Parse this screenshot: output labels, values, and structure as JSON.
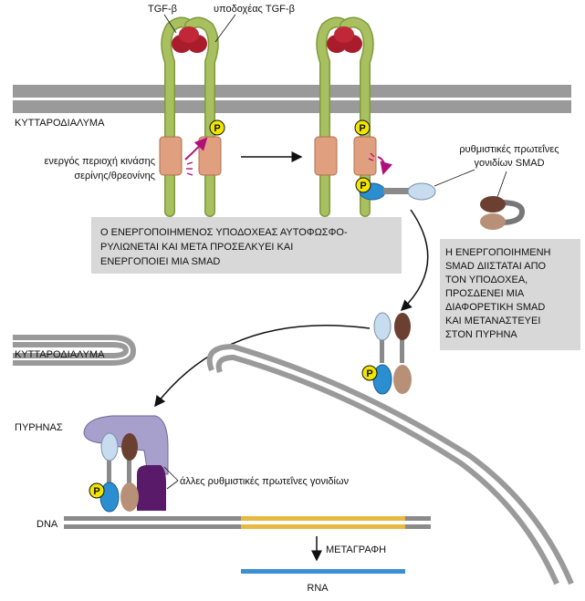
{
  "labels": {
    "tgf_beta": "TGF-β",
    "receptor": "υποδοχέας TGF-β",
    "plasma_membrane_top": "ΚΥΤΤΑΡΟΔΙΑΛΥΜΑ",
    "kinase_domain_line1": "ενεργός περιοχή κινάσης",
    "kinase_domain_line2": "σερίνης/θρεονίνης",
    "smad_proteins_line1": "ρυθμιστικές πρωτεΐνες",
    "smad_proteins_line2": "γονιδίων SMAD",
    "plasma_membrane_bottom": "ΚΥΤΤΑΡΟΔΙΑΛΥΜΑ",
    "nucleus": "ΠΥΡΗΝΑΣ",
    "other_regulators": "άλλες ρυθμιστικές πρωτεΐνες γονιδίων",
    "dna": "DNA",
    "transcription": "ΜΕΤΑΓΡΑΦΗ",
    "rna": "RNA",
    "phosphate": "P"
  },
  "captions": {
    "step1": [
      "Ο ΕΝΕΡΓΟΠΟΙΗΜΕΝΟΣ ΥΠΟΔΟΧΕΑΣ ΑΥΤΟΦΩΣΦΟ-",
      "ΡΥΛΙΩΝΕΤΑΙ ΚΑΙ ΜΕΤΑ ΠΡΟΣΕΛΚΥΕΙ ΚΑΙ",
      "ΕΝΕΡΓΟΠΟΙΕΙ ΜΙΑ SMAD"
    ],
    "step2": [
      "Η ΕΝΕΡΓΟΠΟΙΗΜΕΝΗ",
      "SMAD ΔΙΙΣΤΑΤΑΙ ΑΠΟ",
      "ΤΟΝ ΥΠΟΔΟΧΕΑ,",
      "ΠΡΟΣΔΕΝΕΙ ΜΙΑ",
      "ΔΙΑΦΟΡΕΤΙΚΗ SMAD",
      "ΚΑΙ ΜΕΤΑΝΑΣΤΕΥΕΙ",
      "ΣΤΟΝ ΠΥΡΗΝΑ"
    ]
  },
  "colors": {
    "receptor_green": "#a8c060",
    "kinase_salmon": "#e0a080",
    "ligand_red": "#a81c2c",
    "membrane_gray": "#9a9a9a",
    "phosphate_yellow": "#f2e600",
    "smad_light_blue": "#c8dcf0",
    "smad_blue": "#2a8ed0",
    "smad_brown": "#6b4030",
    "smad_tan": "#b89078",
    "cofactor_lavender": "#a8a0cc",
    "cofactor_purple": "#5a1a6a",
    "arrow_magenta": "#b0107a",
    "caption_box": "#d8d8d8",
    "dna_gene": "#e8b840",
    "rna_blue": "#3a90d0"
  }
}
